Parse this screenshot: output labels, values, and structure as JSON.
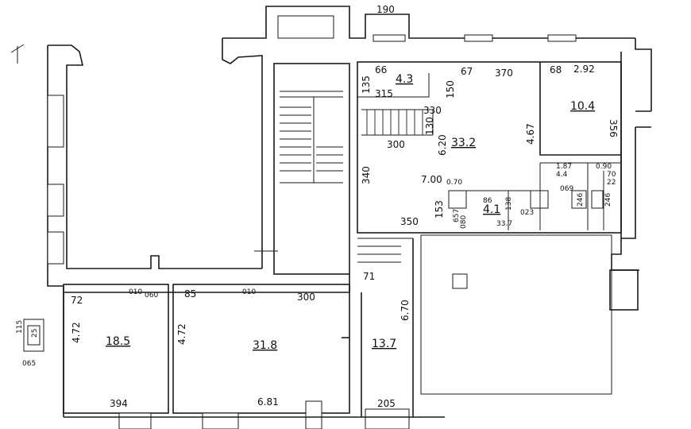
{
  "plan": {
    "north_arrow": "↑",
    "rooms": [
      {
        "id": "r1",
        "area": "18.5"
      },
      {
        "id": "r2",
        "area": "31.8"
      },
      {
        "id": "r3",
        "area": "13.7"
      },
      {
        "id": "r4",
        "area": "33.2"
      },
      {
        "id": "r5",
        "area": "4.3"
      },
      {
        "id": "r6",
        "area": "10.4"
      },
      {
        "id": "r7",
        "area": "4.1"
      },
      {
        "id": "r8",
        "area": "4.4"
      }
    ],
    "dimensions": {
      "top_190": "190",
      "d66": "66",
      "d67": "67",
      "d370": "370",
      "d68": "68",
      "d292": "2.92",
      "d135": "135",
      "d315": "315",
      "d150": "150",
      "d330": "330",
      "d130": "130",
      "d300a": "300",
      "d620": "6.20",
      "d467": "4.67",
      "d356": "356",
      "d340": "340",
      "d700": "7.00",
      "d070": "0.70",
      "d187": "1.87",
      "d153": "153",
      "d86": "86",
      "d138": "138",
      "d350": "350",
      "d337": "33.7",
      "d246a": "246",
      "d246b": "246",
      "d657": "657",
      "d080": "080",
      "d023": "023",
      "d069": "069",
      "d090": "0.90",
      "d70": "70",
      "d22": "22",
      "d71": "71",
      "d670": "6.70",
      "d72": "72",
      "d010a": "010",
      "d060": "060",
      "d85": "85",
      "d010b": "010",
      "d300b": "300",
      "d115": "115",
      "d25": "25",
      "d472a": "4.72",
      "d065": "065",
      "d472b": "4.72",
      "d394": "394",
      "d681": "6.81",
      "d205": "205"
    }
  }
}
